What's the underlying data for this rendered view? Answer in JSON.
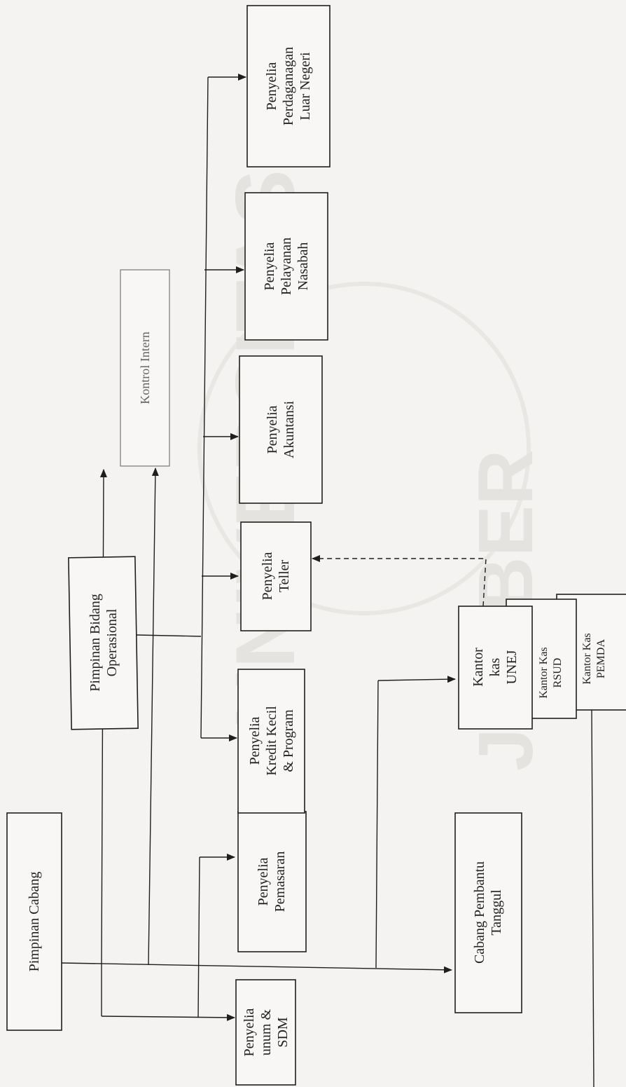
{
  "watermark": {
    "top": "UNIVERSITAS",
    "bottom": "JEMBER"
  },
  "nodes": [
    {
      "id": "pimpinan-cabang",
      "lines": [
        "Pimpinan Cabang"
      ]
    },
    {
      "id": "pimpinan-bidang-operasional",
      "lines": [
        "Pimpinan Bidang",
        "Operasional"
      ]
    },
    {
      "id": "kontrol-intern",
      "lines": [
        "Kontrol Intern"
      ]
    },
    {
      "id": "penyelia-umum-sdm",
      "lines": [
        "Penyelia",
        "unum &",
        "SDM"
      ]
    },
    {
      "id": "penyelia-pemasaran",
      "lines": [
        "Penyelia",
        "Pemasaran"
      ]
    },
    {
      "id": "penyelia-kredit-kecil",
      "lines": [
        "Penyelia",
        "Kredit Kecil",
        "& Program"
      ]
    },
    {
      "id": "penyelia-teller",
      "lines": [
        "Penyelia",
        "Teller"
      ]
    },
    {
      "id": "penyelia-akuntansi",
      "lines": [
        "Penyelia",
        "Akuntansi"
      ]
    },
    {
      "id": "penyelia-pelayanan-nasabah",
      "lines": [
        "Penyelia",
        "Pelayanan",
        "Nasabah"
      ]
    },
    {
      "id": "penyelia-perdagangan-luar-negeri",
      "lines": [
        "Penyelia",
        "Perdaganagan",
        "Luar Negeri"
      ]
    },
    {
      "id": "cabang-pembantu-tanggul",
      "lines": [
        "Cabang Pembantu",
        "Tanggul"
      ]
    },
    {
      "id": "kantor-kas-unej",
      "lines": [
        "Kantor",
        "kas",
        "UNEJ"
      ]
    },
    {
      "id": "kantor-kas-rsud",
      "lines": [
        "Kantor Kas",
        "RSUD"
      ]
    },
    {
      "id": "kantor-kas-pemda",
      "lines": [
        "Kantor Kas",
        "PEMDA"
      ]
    }
  ]
}
